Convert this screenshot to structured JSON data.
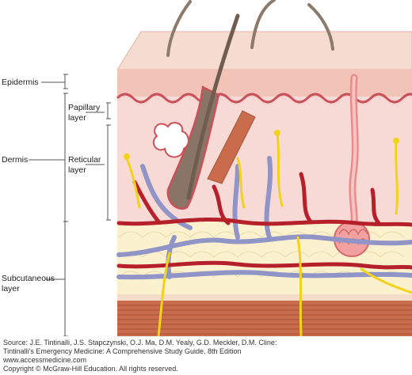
{
  "labels": {
    "epidermis": "Epidermis",
    "papillary_1": "Papillary",
    "papillary_2": "layer",
    "dermis": "Dermis",
    "reticular_1": "Reticular",
    "reticular_2": "layer",
    "subcut_1": "Subcutaneous",
    "subcut_2": "layer"
  },
  "credit": {
    "line1": "Source: J.E. Tintinalli, J.S. Stapczynski, O.J. Ma, D.M. Yealy, G.D. Meckler, D.M. Cline:",
    "line2": "Tintinalli's Emergency Medicine: A Comprehensive Study Guide, 8th Edition",
    "line3": "www.accessmedicine.com",
    "line4": "Copyright © McGraw-Hill Education.  All rights reserved."
  },
  "colors": {
    "epidermis_top": "#f5d5c8",
    "epidermis": "#f2c1b5",
    "dermis": "#f7d9d4",
    "fat": "#fbf3d0",
    "muscle": "#c86a4a",
    "artery": "#b5202a",
    "vein": "#8f93c4",
    "nerve": "#f2d21b",
    "hair": "#8c7a6b"
  }
}
